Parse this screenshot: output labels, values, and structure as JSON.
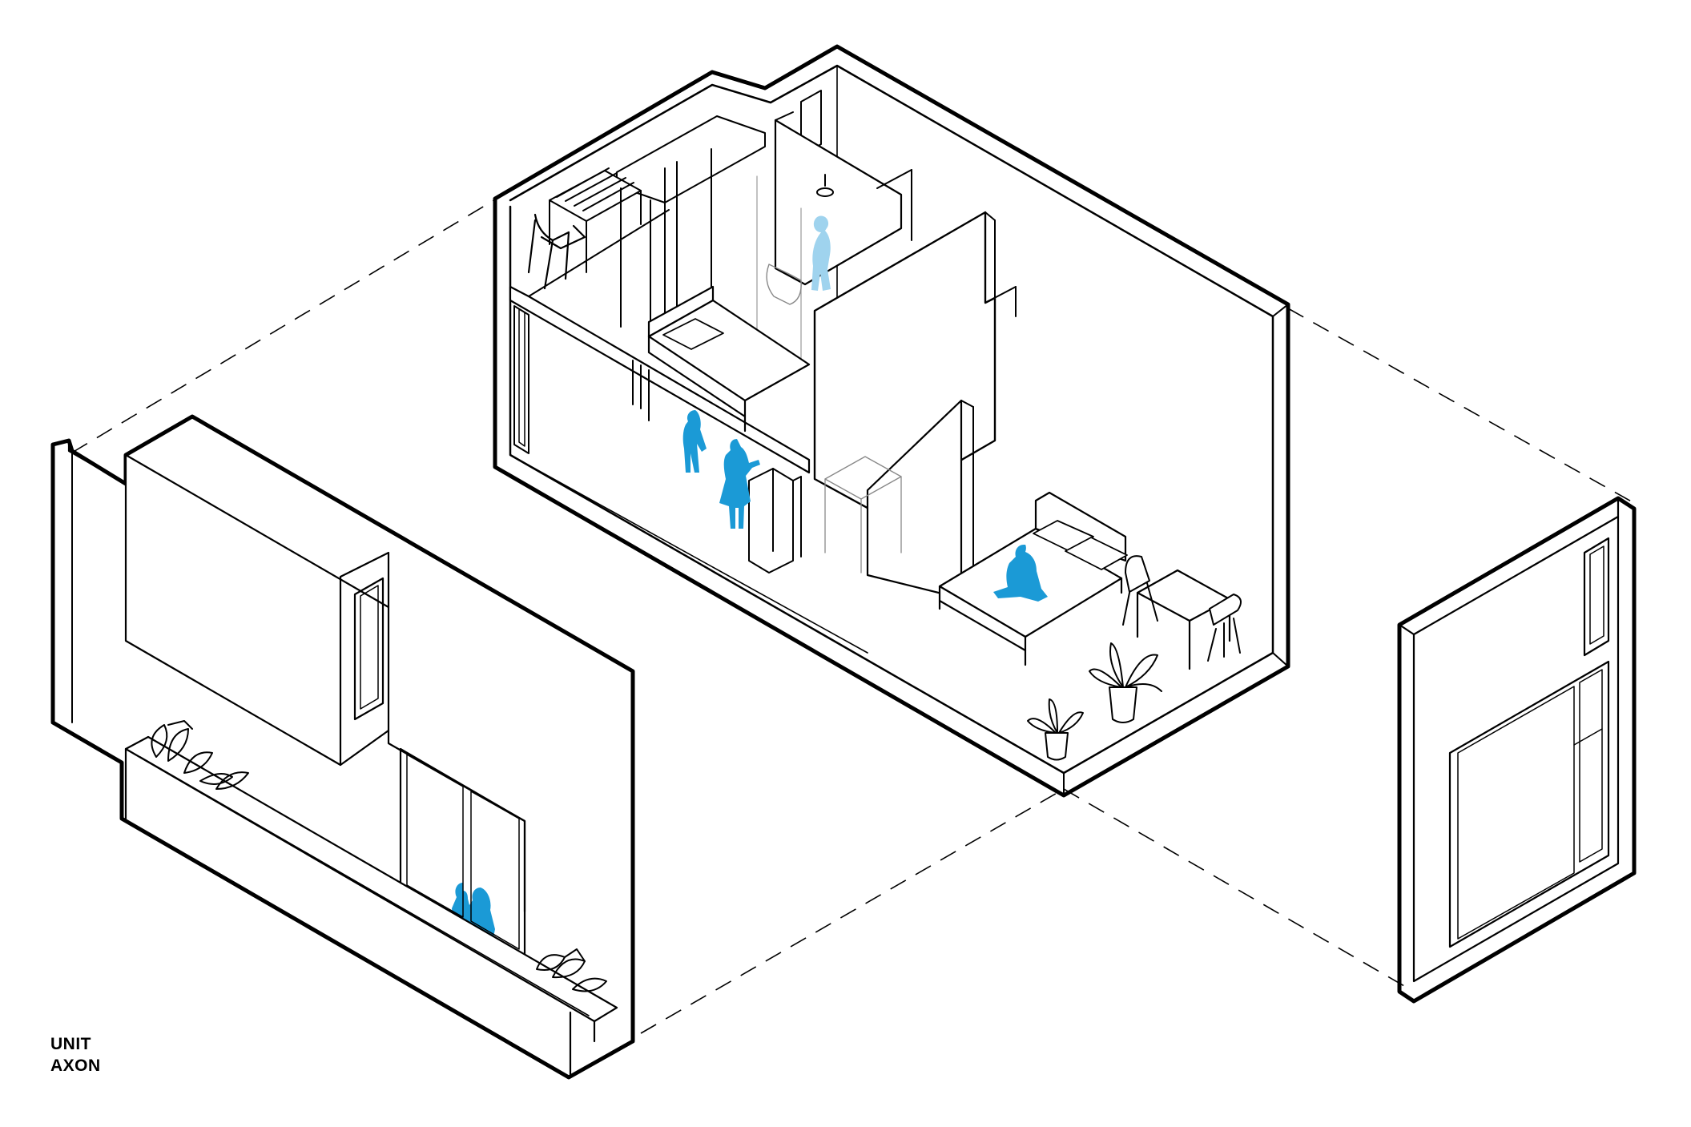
{
  "title": {
    "line1": "UNIT",
    "line2": "AXON"
  },
  "colors": {
    "line": "#000000",
    "background": "#ffffff",
    "figure_accent": "#1b9ad6",
    "figure_pale": "#9fd3ee"
  },
  "icons": {
    "figures": "person-silhouette",
    "plants": "potted-plant",
    "furniture": "chair-table-bed"
  }
}
